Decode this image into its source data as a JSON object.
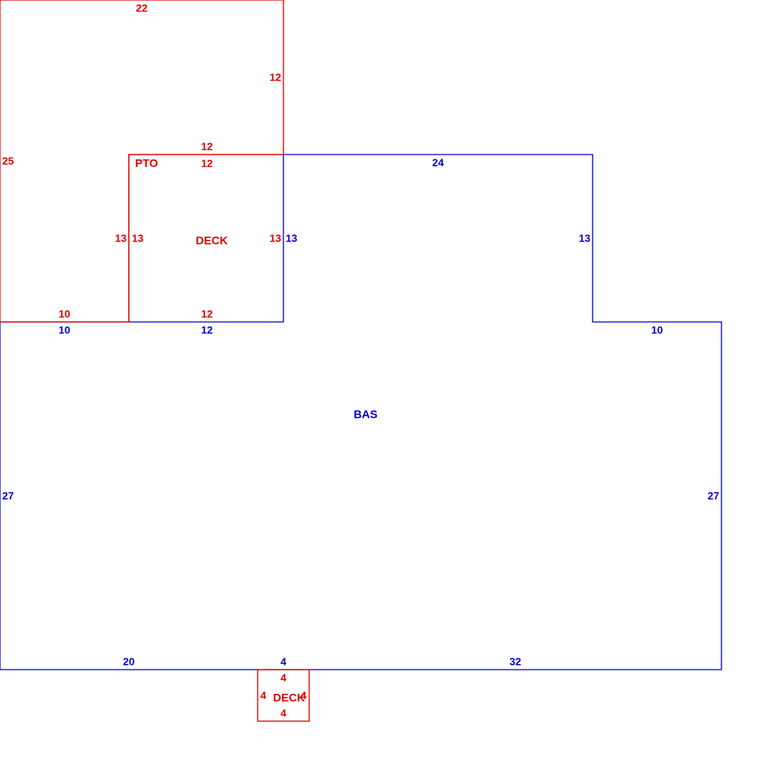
{
  "colors": {
    "bas": "#0000cc",
    "deck": "#dd0000"
  },
  "areas": {
    "bas": "BAS",
    "pto": "PTO",
    "deck_upper": "DECK",
    "deck_lower": "DECK"
  },
  "pto_dims": {
    "top": "22",
    "right": "12",
    "left": "25",
    "bottom": "10",
    "inner_right": "13",
    "inner_top": "12"
  },
  "deck_upper_dims": {
    "top": "12",
    "left": "13",
    "right": "13",
    "bottom": "12"
  },
  "bas_dims": {
    "top_left": "10",
    "top_mid": "12",
    "upper_top": "24",
    "upper_left": "13",
    "upper_right": "13",
    "step_top": "10",
    "left": "27",
    "right": "27",
    "bottom_left": "20",
    "bottom_mid": "4",
    "bottom_right": "32"
  },
  "deck_lower_dims": {
    "top": "4",
    "left": "4",
    "right": "4",
    "bottom": "4"
  }
}
